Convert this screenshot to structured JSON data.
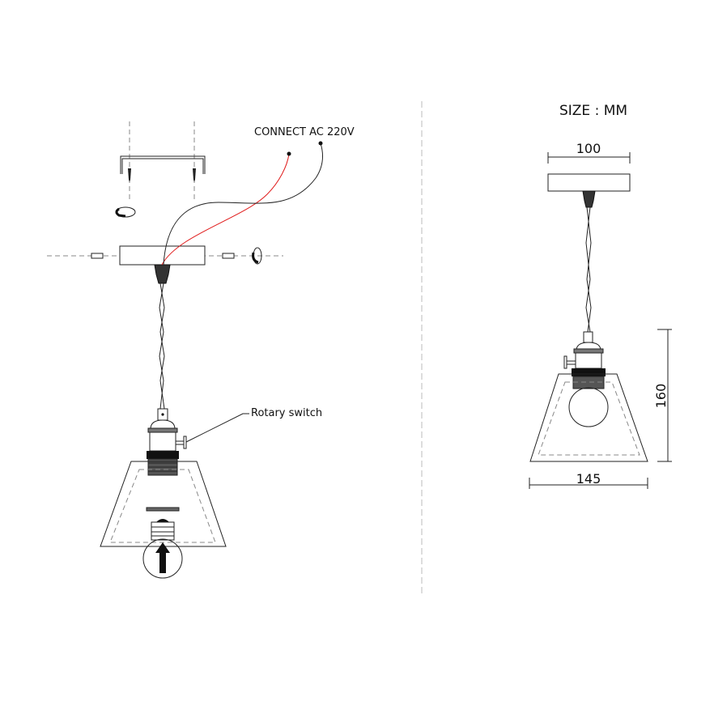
{
  "install_view": {
    "power_label": "CONNECT AC 220V",
    "switch_label": "Rotary switch",
    "wire_colors": {
      "live": "#e01b1b",
      "neutral": "#111111"
    }
  },
  "size_view": {
    "title": "SIZE : MM",
    "canopy_width": "100",
    "height": "160",
    "shade_width": "145"
  }
}
